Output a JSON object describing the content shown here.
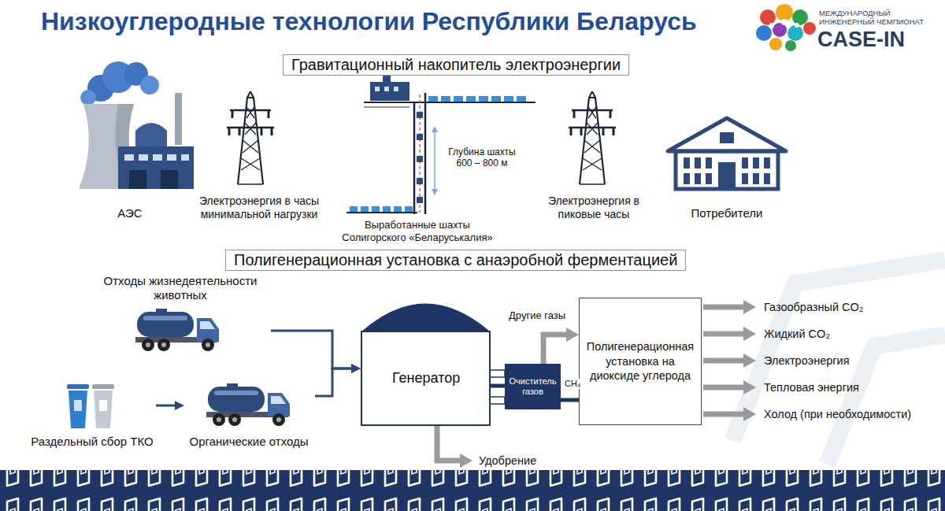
{
  "diagram": {
    "title": "Низкоуглеродные технологии Республики Беларусь",
    "nodes": [
      {
        "text": [
          "Гравитационный накопитель электроэнергии"
        ]
      },
      {
        "text": [
          "Полигенерационная установка с анаэробной ферментацией"
        ]
      },
      {
        "text": [
          "Отходы жизнедеятельности животных"
        ]
      },
      {
        "text": [
          "Раздельный сбор ТКО"
        ]
      },
      {
        "text": [
          "Органические отходы"
        ]
      },
      {
        "text": [
          "Генератор"
        ]
      },
      {
        "text": [
          "Очиститель газов"
        ]
      },
      {
        "text": [
          "Полигенерационная установка на диоксиде углерода"
        ]
      },
      {
        "text": [
          "Газообразный CO₂"
        ]
      },
      {
        "text": [
          "Жидкий CO₂"
        ]
      },
      {
        "text": [
          "Электроэнергия"
        ]
      },
      {
        "text": [
          "Тепловая энергия"
        ]
      },
      {
        "text": [
          "Холод (при необходимости)"
        ]
      },
      {
        "text": [
          "Удобрение"
        ]
      }
    ],
    "edges": [
      {
        "from": 3,
        "to": 4,
        "arrow": "to"
      },
      {
        "from": 2,
        "to": 5,
        "arrow": "to"
      },
      {
        "from": 4,
        "to": 5,
        "arrow": "to"
      },
      {
        "from": 5,
        "to": 6,
        "arrow": "none"
      },
      {
        "from": 6,
        "to": 7,
        "label": "CH₄",
        "arrow": "none"
      },
      {
        "from": 6,
        "to": 7,
        "label": "Другие газы",
        "arrow": "to"
      },
      {
        "from": 7,
        "to": 8,
        "arrow": "to"
      },
      {
        "from": 7,
        "to": 9,
        "arrow": "to"
      },
      {
        "from": 7,
        "to": 10,
        "arrow": "to"
      },
      {
        "from": 7,
        "to": 11,
        "arrow": "to"
      },
      {
        "from": 7,
        "to": 12,
        "arrow": "to"
      },
      {
        "from": 5,
        "to": 13,
        "arrow": "to"
      }
    ],
    "labels": [
      "АЭС",
      "Электроэнергия в часы минимальной нагрузки",
      "Глубина шахты 600 – 800 м",
      "Выработанные шахты Солигорского «Беларуськалия»",
      "Электроэнергия в пиковые часы",
      "Потребители",
      "МЕЖДУНАРОДНЫЙ ИНЖЕНЕРНЫЙ ЧЕМПИОНАТ",
      "CASE-IN"
    ]
  }
}
